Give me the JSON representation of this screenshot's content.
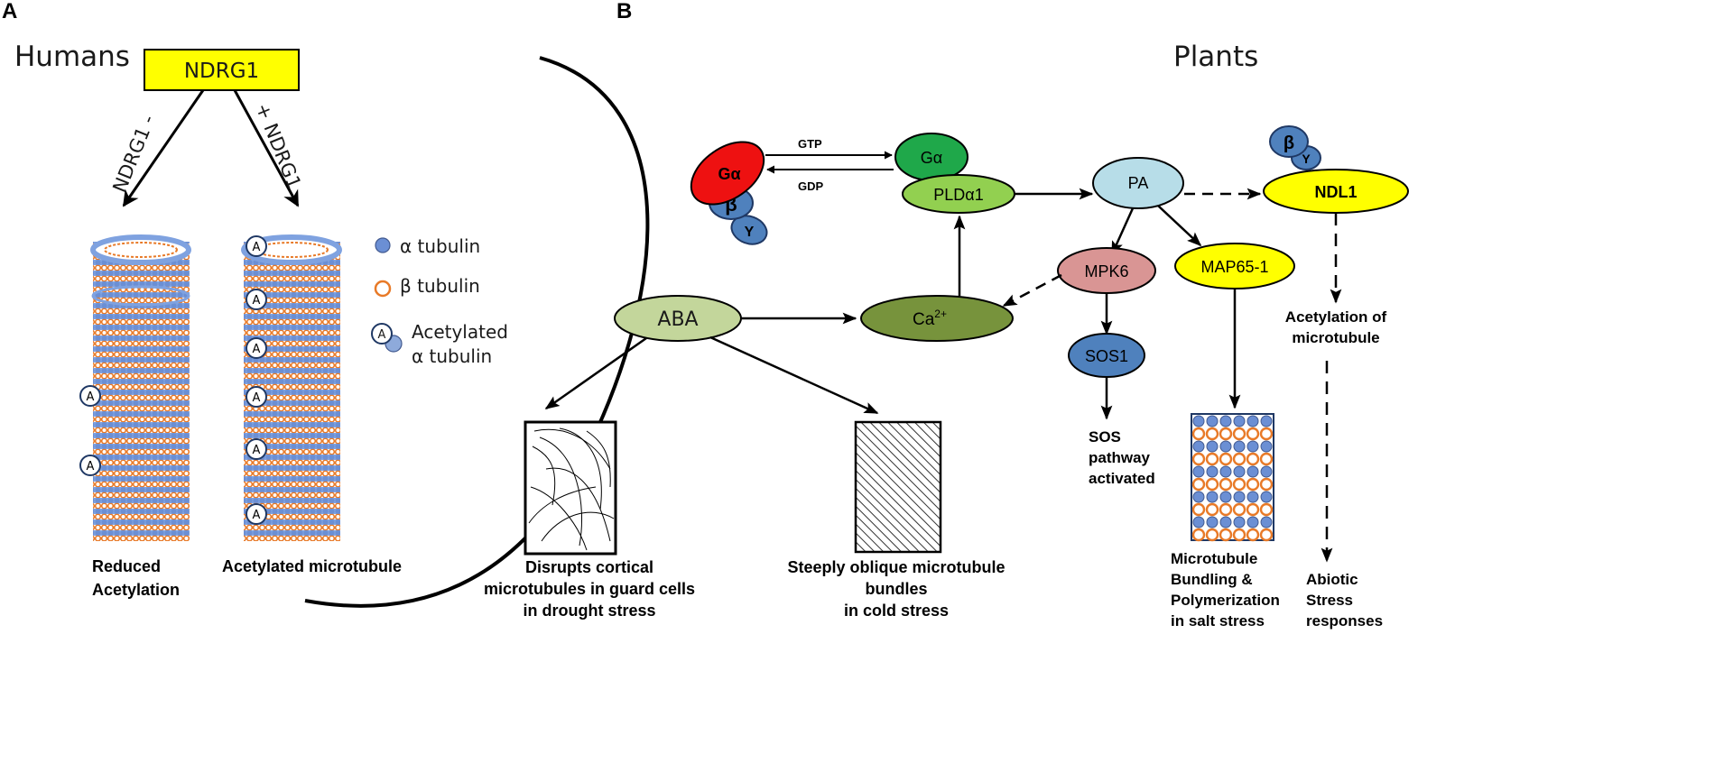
{
  "panels": {
    "a": {
      "letter": "A",
      "title": "Humans"
    },
    "b": {
      "letter": "B",
      "title": "Plants"
    }
  },
  "human": {
    "ndrg1": "NDRG1",
    "minus_label": "NDRG1 -",
    "plus_label": "+ NDRG1",
    "acetyl_mark": "A",
    "legend": {
      "alpha": "α tubulin",
      "beta": "β tubulin",
      "acetylated_line1": "Acetylated",
      "acetylated_line2": "α tubulin"
    },
    "caption_left_1": "Reduced",
    "caption_left_2": "Acetylation",
    "caption_right": "Acetylated microtubule"
  },
  "plant": {
    "g_alpha": "Gα",
    "g_beta": "β",
    "g_gamma": "Y",
    "gtp": "GTP",
    "gdp": "GDP",
    "pld": "PLDα1",
    "pa": "PA",
    "ndl1": "NDL1",
    "mpk6": "MPK6",
    "map65": "MAP65-1",
    "sos1": "SOS1",
    "aba": "ABA",
    "ca": "Ca",
    "ca_sup": "2+",
    "sos_1": "SOS",
    "sos_2": "pathway",
    "sos_3": "activated",
    "acet_1": "Acetylation of",
    "acet_2": "microtubule",
    "abiotic_1": "Abiotic",
    "abiotic_2": "Stress",
    "abiotic_3": "responses",
    "drought_1": "Disrupts cortical",
    "drought_2": "microtubules in guard cells",
    "drought_3": "in drought stress",
    "cold_1": "Steeply oblique microtubule",
    "cold_2": "bundles",
    "cold_3": "in cold stress",
    "salt_1": "Microtubule",
    "salt_2": "Bundling  &",
    "salt_3": "Polymerization",
    "salt_4": "in salt stress"
  },
  "colors": {
    "ndrg1": "#ffff00",
    "alpha_tubulin": "#6b8fd4",
    "beta_tubulin": "#e87a28",
    "g_alpha_red": "#ee1111",
    "g_alpha_green": "#1fa84a",
    "pld": "#92d050",
    "pa": "#b7dde8",
    "ndl1": "#ffff00",
    "mpk6": "#d99594",
    "map65": "#ffff00",
    "sos1": "#4f81bd",
    "aba": "#c3d69b",
    "ca": "#77933c",
    "blue_subunit": "#4f81bd"
  }
}
